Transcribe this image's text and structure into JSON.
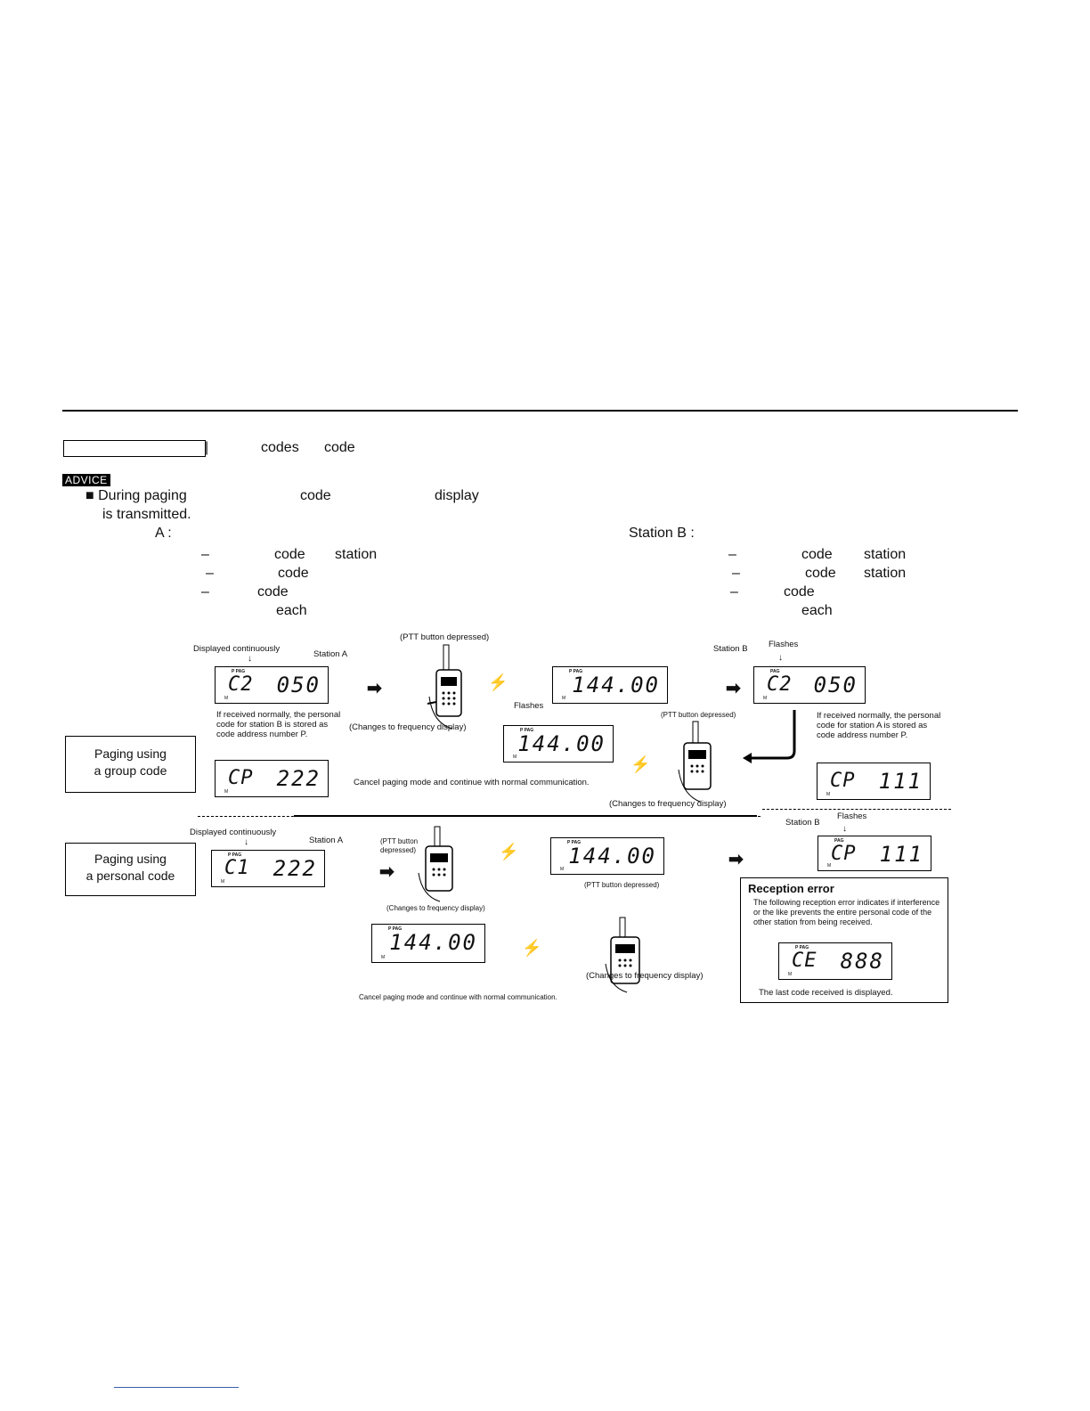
{
  "header": {
    "fragment_codes": "codes",
    "fragment_code": "code"
  },
  "advice": {
    "label": "ADVICE",
    "line1_a": "During paging",
    "line1_b": "code",
    "line1_c": "display",
    "line2": "is transmitted.",
    "station_a": "A :",
    "station_b": "Station B :",
    "left_items": [
      {
        "dash": "–",
        "word1": "code",
        "word2": "station"
      },
      {
        "dash": "–",
        "word1": "code",
        "word2": ""
      },
      {
        "dash": "–",
        "word1": "code",
        "word2": ""
      },
      {
        "dash": "",
        "word1": "each",
        "word2": ""
      }
    ],
    "right_items": [
      {
        "dash": "–",
        "word1": "code",
        "word2": "station"
      },
      {
        "dash": "–",
        "word1": "code",
        "word2": "station"
      },
      {
        "dash": "–",
        "word1": "code",
        "word2": ""
      },
      {
        "dash": "",
        "word1": "each",
        "word2": ""
      }
    ]
  },
  "group": {
    "label_line1": "Paging using",
    "label_line2": "a group code",
    "displayed_continuously": "Displayed continuously",
    "station_a": "Station A",
    "ptt_top": "(PTT button depressed)",
    "station_b": "Station",
    "station_b_letter": "B",
    "flashes_b": "Flashes",
    "flashes_mid": "Flashes",
    "lcd_a1": {
      "indicator": "P  PAG",
      "code": "C2",
      "value": "050",
      "m": "M"
    },
    "lcd_a2": {
      "indicator": "",
      "code": "CP",
      "value": "222",
      "m": "M"
    },
    "lcd_freq1": {
      "indicator": "P  PAG",
      "code": "",
      "value": "144.00",
      "m": "M"
    },
    "lcd_freq2": {
      "indicator": "P  PAG",
      "code": "",
      "value": "144.00",
      "m": "M"
    },
    "lcd_b1": {
      "indicator": "PAG",
      "code": "C2",
      "value": "050",
      "m": "M"
    },
    "lcd_b2": {
      "indicator": "",
      "code": "CP",
      "value": "111",
      "m": "M"
    },
    "note_a": "If received normally, the personal code for station B is stored as code address number P.",
    "note_b": "If received normally, the personal code for station A is stored as code address number P.",
    "changes_freq": "(Changes to frequency display)",
    "ptt_mid": "(PTT button depressed)",
    "cancel": "Cancel paging mode and continue with normal communication.",
    "changes_freq2": "(Changes to frequency display)"
  },
  "personal": {
    "label_line1": "Paging using",
    "label_line2": "a personal code",
    "displayed_continuously": "Displayed continuously",
    "station_a": "Station A",
    "station_b": "Station B",
    "flashes_b": "Flashes",
    "ptt_a_1": "(PTT button",
    "ptt_a_2": "depressed)",
    "lcd_a": {
      "indicator": "P  PAG",
      "code": "C1",
      "value": "222",
      "m": "M"
    },
    "lcd_freq1": {
      "indicator": "P  PAG",
      "code": "",
      "value": "144.00",
      "m": "M"
    },
    "lcd_freq2": {
      "indicator": "P  PAG",
      "code": "",
      "value": "144.00",
      "m": "M"
    },
    "lcd_b": {
      "indicator": "PAG",
      "code": "CP",
      "value": "111",
      "m": "M"
    },
    "ptt_mid": "(PTT button depressed)",
    "changes_freq_left": "(Changes to frequency display)",
    "changes_freq_right": "(Changes to frequency display)",
    "cancel": "Cancel paging mode and continue with normal communication."
  },
  "reception_error": {
    "title": "Reception error",
    "text": "The following reception error indicates if interference or the like prevents the entire personal code of the other station from being received.",
    "lcd": {
      "indicator": "P PAG",
      "code": "CE",
      "value": "888",
      "m": "M"
    },
    "caption": "The last code received is displayed."
  }
}
